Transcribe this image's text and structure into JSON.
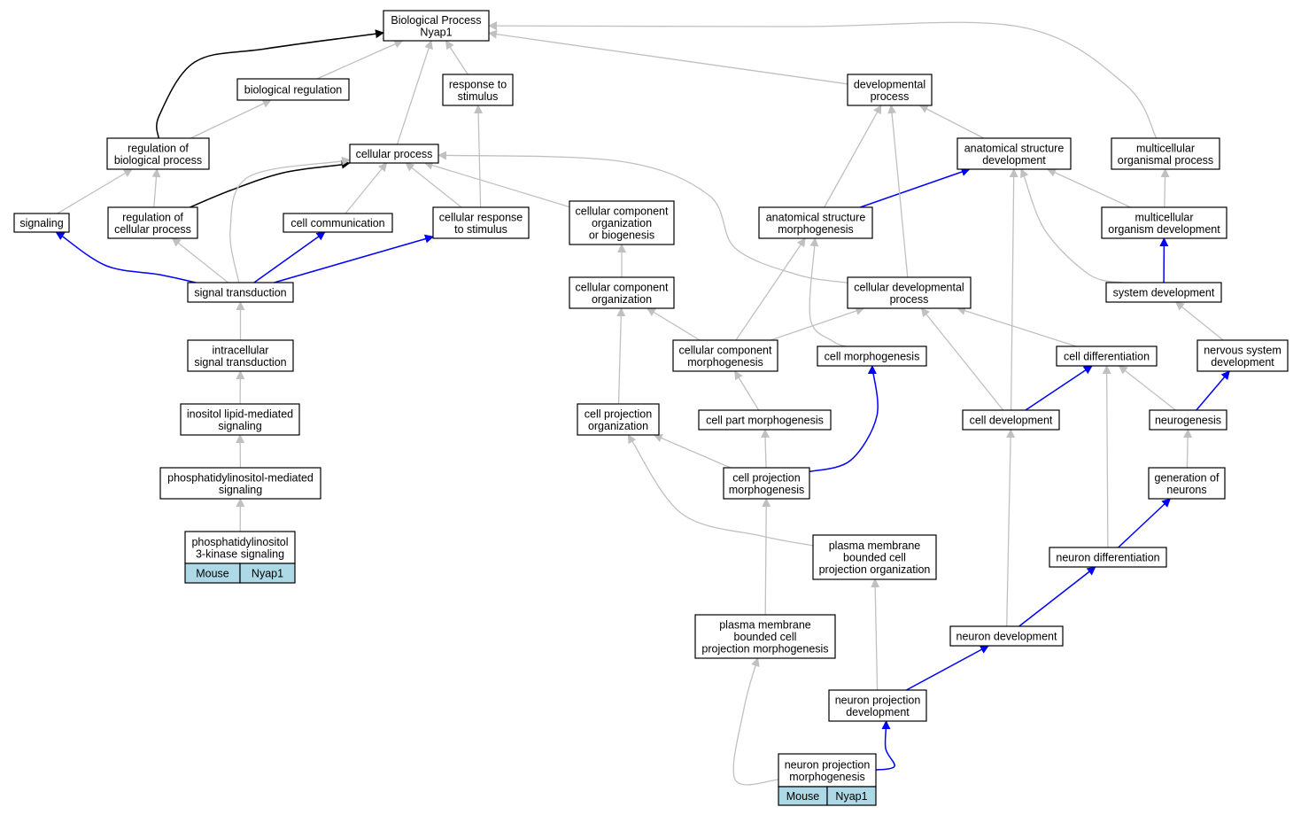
{
  "colors": {
    "is_a": "#c0c0c0",
    "positively_regulates": "#0000ff",
    "regulates": "#000000",
    "node_fill": "#ffffff",
    "annotation_fill": "#add8e6"
  },
  "nodes": {
    "root": [
      "Biological Process",
      "Nyap1"
    ],
    "bio_reg": [
      "biological regulation"
    ],
    "resp_stim": [
      "response to",
      "stimulus"
    ],
    "dev_proc": [
      "developmental",
      "process"
    ],
    "reg_bio": [
      "regulation of",
      "biological process"
    ],
    "cell_proc": [
      "cellular process"
    ],
    "anat_dev": [
      "anatomical structure",
      "development"
    ],
    "multi_proc": [
      "multicellular",
      "organismal process"
    ],
    "signaling": [
      "signaling"
    ],
    "reg_cell": [
      "regulation of",
      "cellular process"
    ],
    "cell_comm": [
      "cell communication"
    ],
    "cell_resp": [
      "cellular response",
      "to stimulus"
    ],
    "ccob": [
      "cellular component",
      "organization",
      "or biogenesis"
    ],
    "anat_morph": [
      "anatomical structure",
      "morphogenesis"
    ],
    "multi_dev": [
      "multicellular",
      "organism development"
    ],
    "sig_trans": [
      "signal transduction"
    ],
    "cco": [
      "cellular component",
      "organization"
    ],
    "cell_dev_proc": [
      "cellular developmental",
      "process"
    ],
    "sys_dev": [
      "system development"
    ],
    "intra_sig": [
      "intracellular",
      "signal transduction"
    ],
    "ccm": [
      "cellular component",
      "morphogenesis"
    ],
    "cell_morph": [
      "cell morphogenesis"
    ],
    "cell_diff": [
      "cell differentiation"
    ],
    "ns_dev": [
      "nervous system",
      "development"
    ],
    "inositol": [
      "inositol lipid-mediated",
      "signaling"
    ],
    "cpo": [
      "cell projection",
      "organization"
    ],
    "cpm_part": [
      "cell part morphogenesis"
    ],
    "cell_devel": [
      "cell development"
    ],
    "neurogen": [
      "neurogenesis"
    ],
    "pims": [
      "phosphatidylinositol-mediated",
      "signaling"
    ],
    "cpm": [
      "cell projection",
      "morphogenesis"
    ],
    "gen_neur": [
      "generation of",
      "neurons"
    ],
    "pi3k": [
      "phosphatidylinositol",
      "3-kinase signaling"
    ],
    "pmbcpo": [
      "plasma membrane",
      "bounded cell",
      "projection organization"
    ],
    "neur_diff": [
      "neuron differentiation"
    ],
    "pmbcpm": [
      "plasma membrane",
      "bounded cell",
      "projection morphogenesis"
    ],
    "neur_dev": [
      "neuron development"
    ],
    "npd": [
      "neuron projection",
      "development"
    ],
    "npm": [
      "neuron projection",
      "morphogenesis"
    ]
  },
  "annotations": {
    "pi3k": [
      "Mouse",
      "Nyap1"
    ],
    "npm": [
      "Mouse",
      "Nyap1"
    ]
  }
}
